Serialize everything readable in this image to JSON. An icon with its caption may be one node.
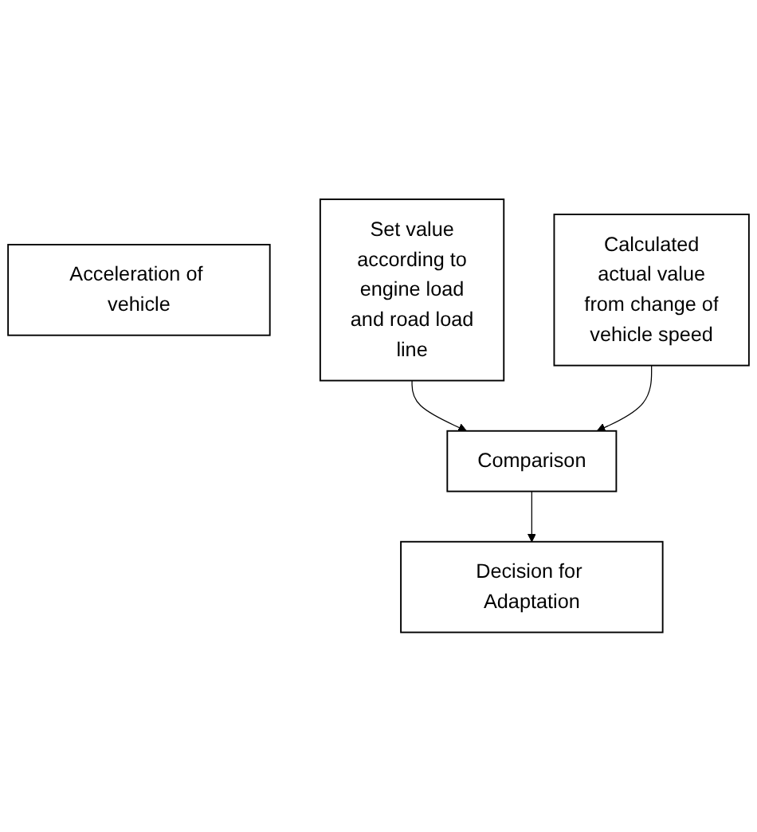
{
  "diagram": {
    "nodes": [
      {
        "text": [
          "Acceleration of vehicle"
        ]
      },
      {
        "text": [
          "Set value according to engine load and road load line"
        ]
      },
      {
        "text": [
          "Calculated actual value from change of vehicle speed"
        ]
      },
      {
        "text": [
          "Comparison"
        ]
      },
      {
        "text": [
          "Decision for Adaptation"
        ]
      }
    ],
    "edges": [
      {
        "from": 1,
        "to": 3,
        "arrow": "to"
      },
      {
        "from": 2,
        "to": 3,
        "arrow": "to"
      },
      {
        "from": 3,
        "to": 4,
        "arrow": "to"
      }
    ]
  }
}
